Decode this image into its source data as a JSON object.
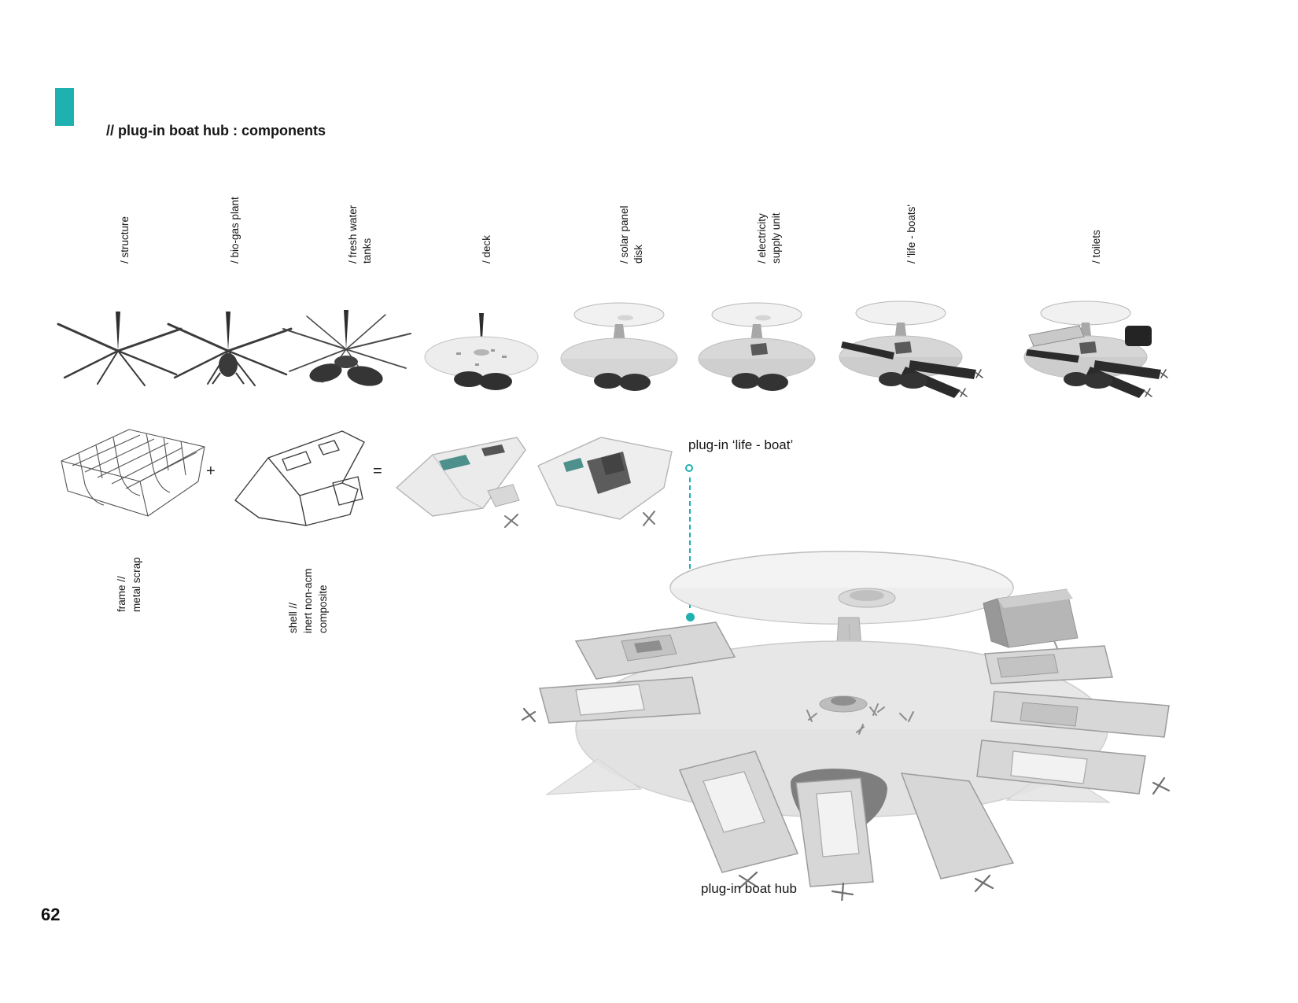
{
  "page": {
    "number": "62",
    "accent_color": "#1fb0b0"
  },
  "header": {
    "title": "// plug-in boat hub : components"
  },
  "components": {
    "items": [
      {
        "label": "/ structure"
      },
      {
        "label": "/ bio-gas plant"
      },
      {
        "label": "/ fresh water tanks"
      },
      {
        "label": "/ deck"
      },
      {
        "label": "/ solar panel\ndisk"
      },
      {
        "label": "/ electricity\nsupply unit"
      },
      {
        "label": "/ 'life - boats'"
      },
      {
        "label": "/ toilets"
      }
    ]
  },
  "assembly": {
    "plus": "+",
    "equals": "=",
    "frame_label": "frame //\nmetal scrap",
    "shell_label": "shell //\ninert non-acm\ncomposite"
  },
  "callouts": {
    "life_boat": "plug-in ‘life - boat’",
    "hub": "plug-in boat hub"
  }
}
